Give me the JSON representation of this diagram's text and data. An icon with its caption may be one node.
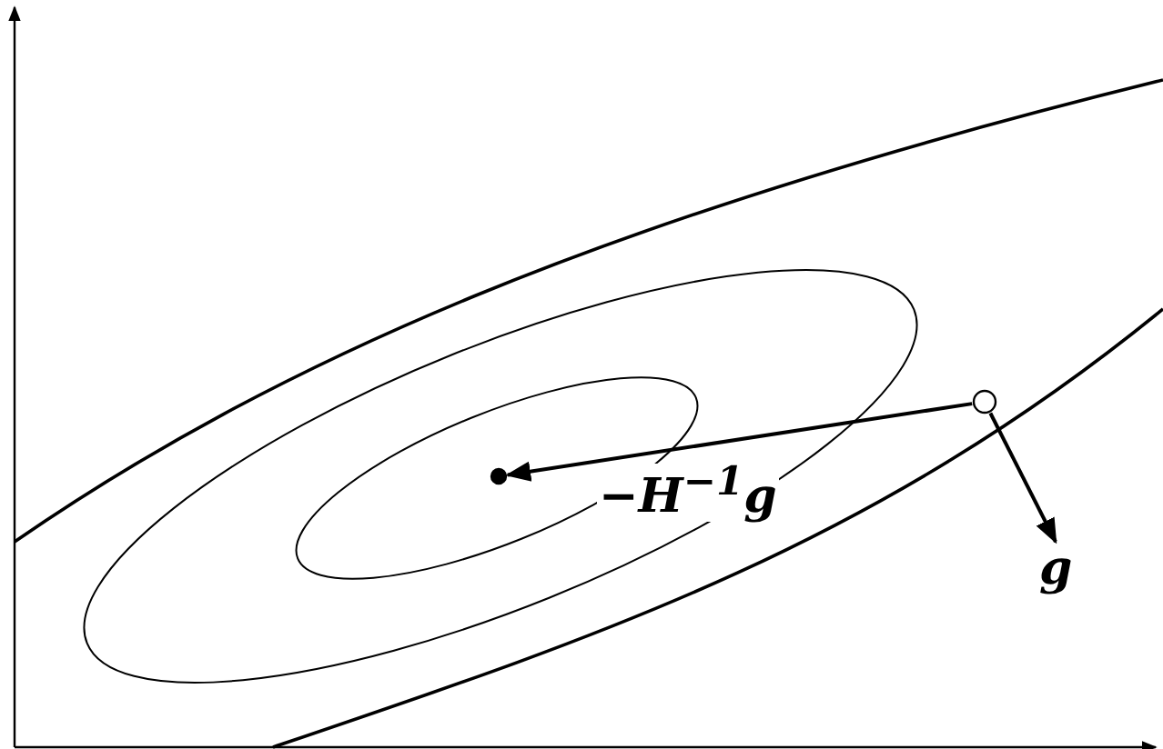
{
  "diagram": {
    "nodes": [
      {
        "text": [],
        "shape": "circle"
      },
      {
        "text": [],
        "shape": "circle"
      }
    ],
    "edges": [
      {
        "from": 0,
        "to": 1,
        "arrow": "to",
        "label": "−H$^{−1}$g"
      },
      {
        "from": 0,
        "to": null,
        "arrow": "to",
        "label": "g"
      }
    ]
  }
}
